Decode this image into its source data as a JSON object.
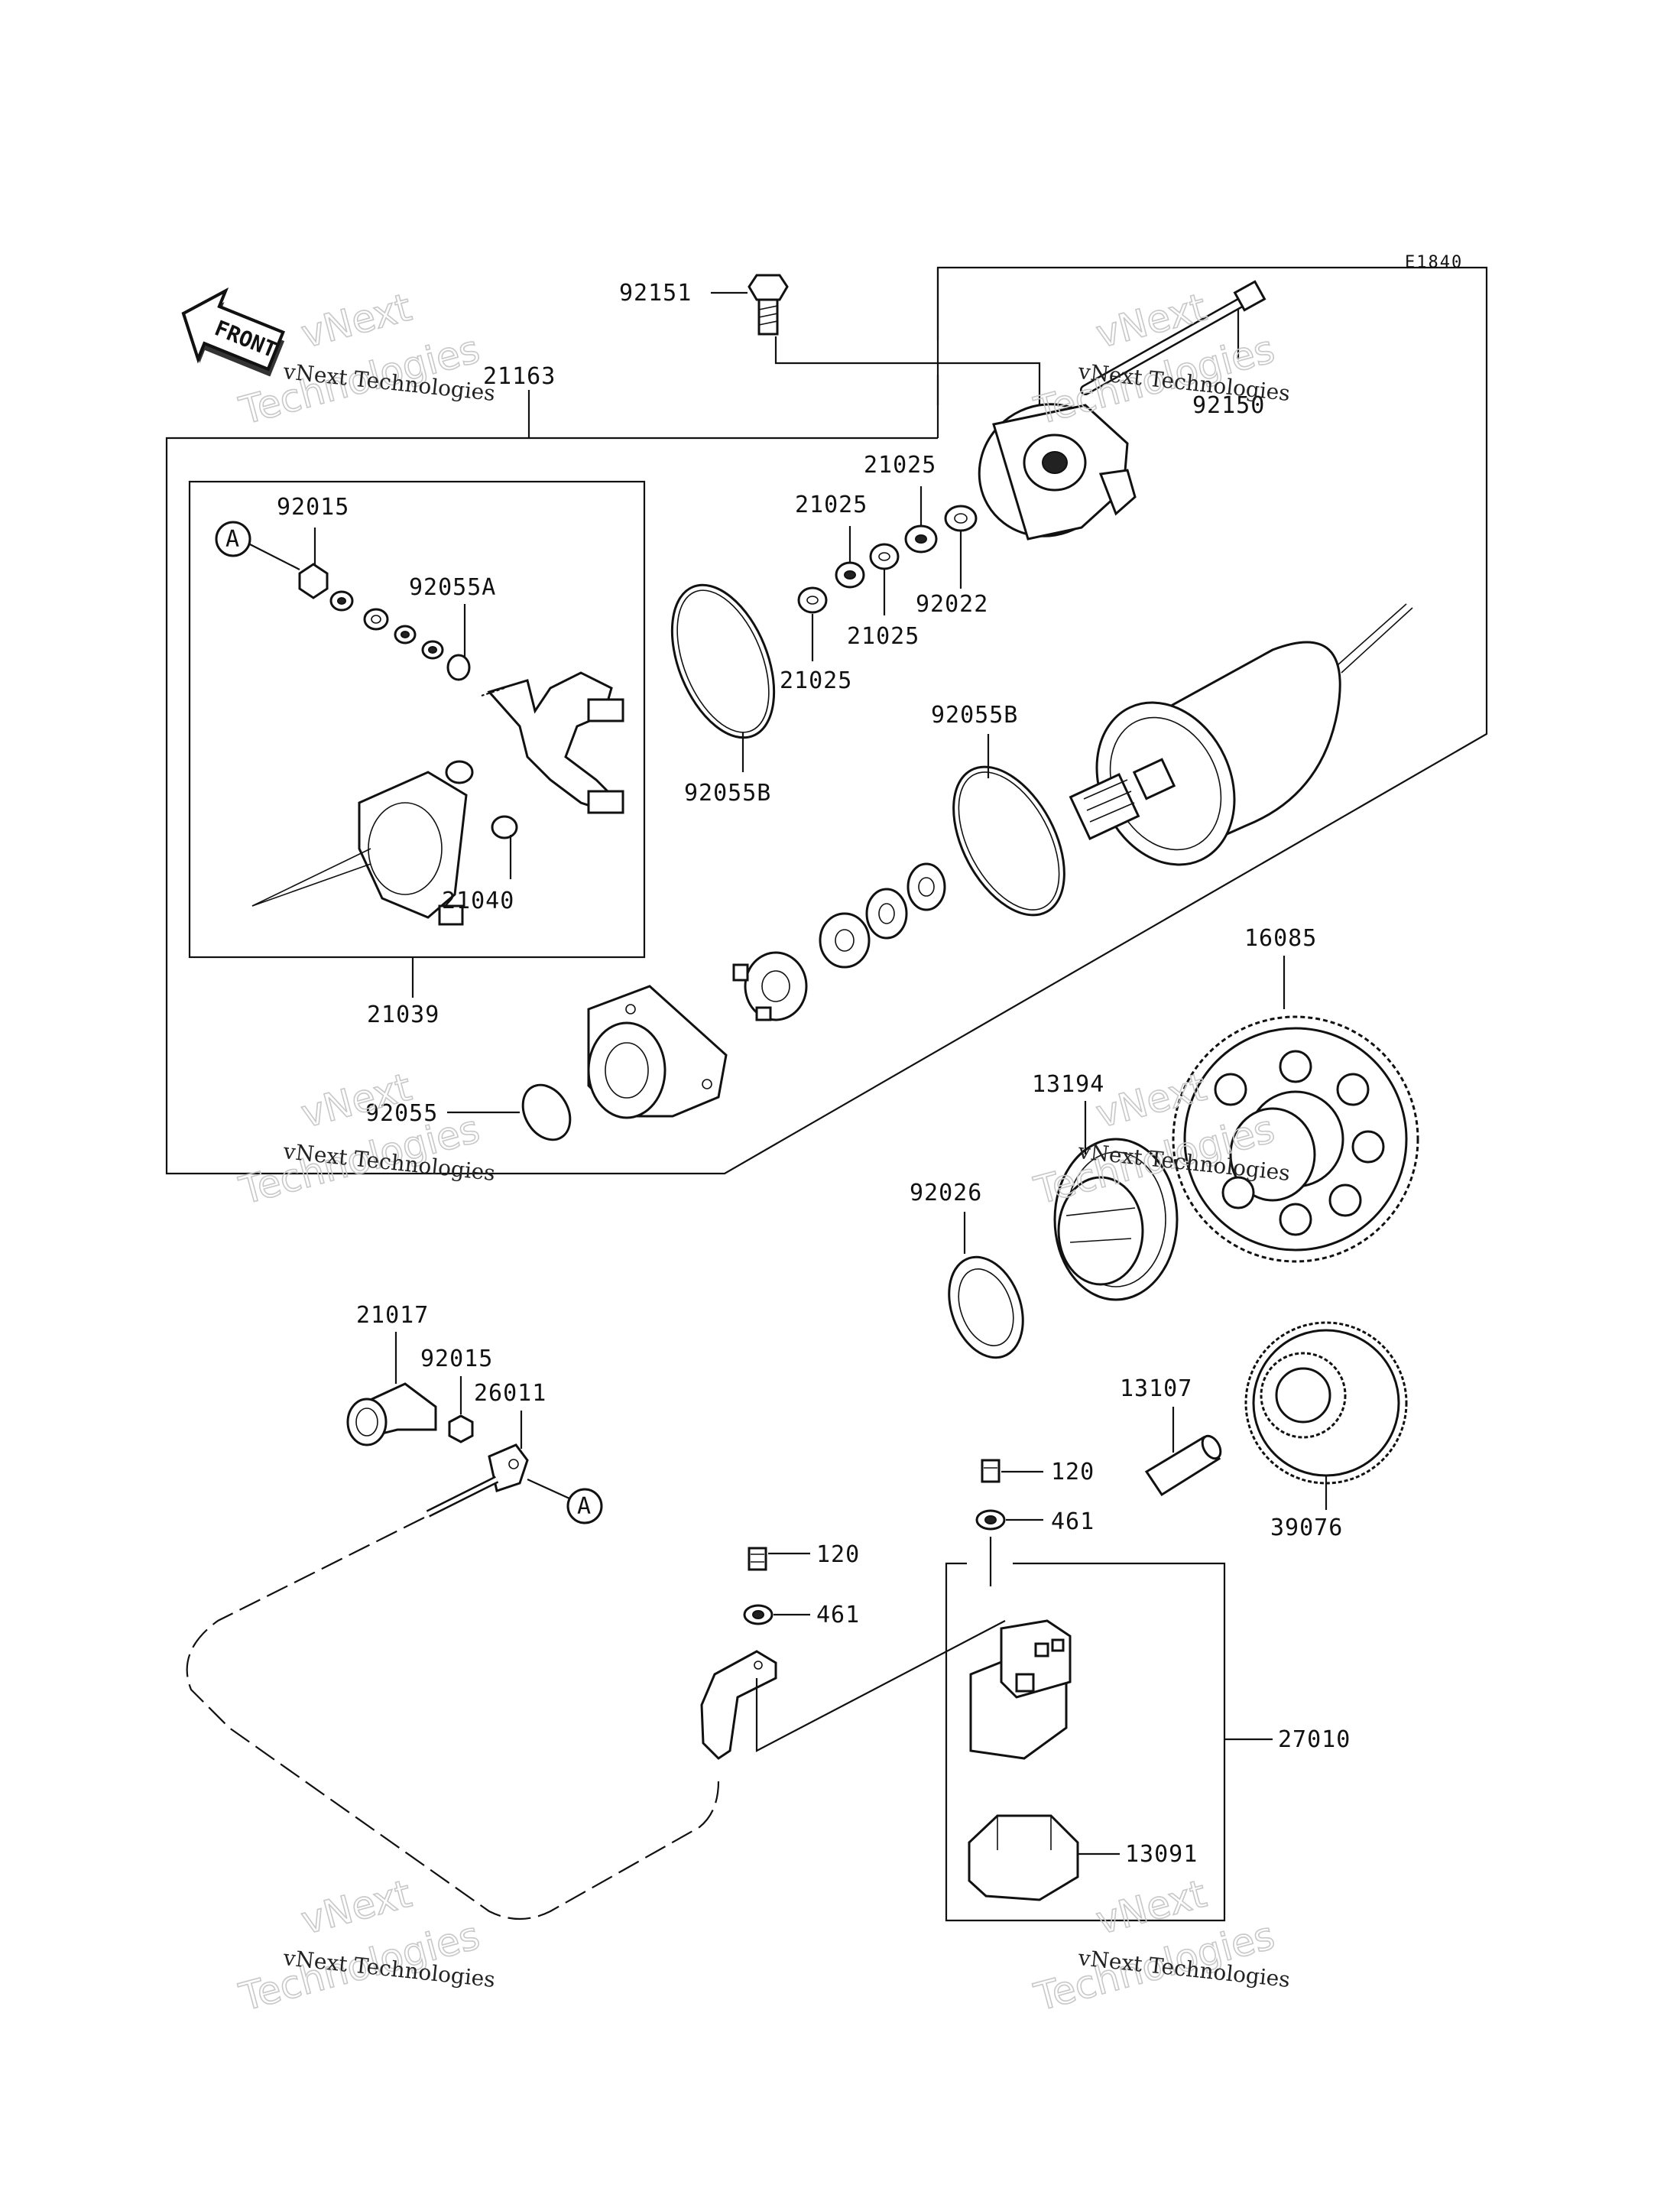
{
  "diagram_code": "E1840",
  "front_label": "FRONT",
  "watermark": {
    "line1": "vNext Technologies",
    "line2": "vNext",
    "line3": "Technologies"
  },
  "parts": [
    {
      "id": "p92151",
      "label": "92151"
    },
    {
      "id": "p21163",
      "label": "21163"
    },
    {
      "id": "p92150",
      "label": "92150"
    },
    {
      "id": "p92015a",
      "label": "92015"
    },
    {
      "id": "p92055A",
      "label": "92055A"
    },
    {
      "id": "p21025a",
      "label": "21025"
    },
    {
      "id": "p21025b",
      "label": "21025"
    },
    {
      "id": "p21025c",
      "label": "21025"
    },
    {
      "id": "p21025d",
      "label": "21025"
    },
    {
      "id": "p92022",
      "label": "92022"
    },
    {
      "id": "p92055B1",
      "label": "92055B"
    },
    {
      "id": "p92055B2",
      "label": "92055B"
    },
    {
      "id": "p21040",
      "label": "21040"
    },
    {
      "id": "p21039",
      "label": "21039"
    },
    {
      "id": "p92055",
      "label": "92055"
    },
    {
      "id": "p16085",
      "label": "16085"
    },
    {
      "id": "p13194",
      "label": "13194"
    },
    {
      "id": "p92026",
      "label": "92026"
    },
    {
      "id": "p21017",
      "label": "21017"
    },
    {
      "id": "p92015b",
      "label": "92015"
    },
    {
      "id": "p26011",
      "label": "26011"
    },
    {
      "id": "p13107",
      "label": "13107"
    },
    {
      "id": "p39076",
      "label": "39076"
    },
    {
      "id": "p120a",
      "label": "120"
    },
    {
      "id": "p461a",
      "label": "461"
    },
    {
      "id": "p120b",
      "label": "120"
    },
    {
      "id": "p461b",
      "label": "461"
    },
    {
      "id": "p27010",
      "label": "27010"
    },
    {
      "id": "p13091",
      "label": "13091"
    }
  ],
  "markers": [
    {
      "id": "markA1",
      "label": "A"
    },
    {
      "id": "markA2",
      "label": "A"
    }
  ]
}
